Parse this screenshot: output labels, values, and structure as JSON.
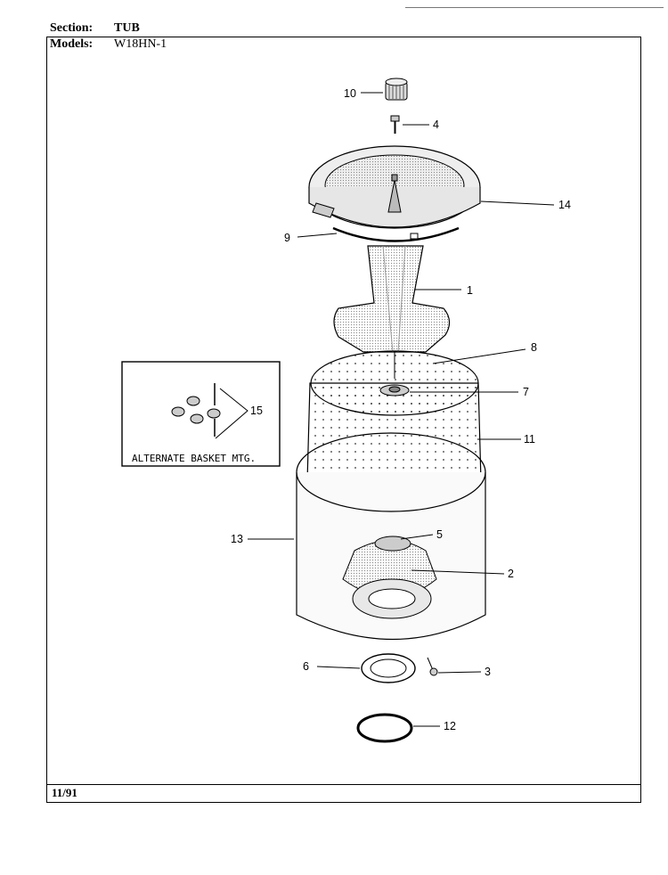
{
  "header": {
    "section_label": "Section:",
    "section_value": "TUB",
    "models_label": "Models:",
    "models_value": "W18HN-1"
  },
  "footer": {
    "date": "11/91"
  },
  "inset": {
    "label": "ALTERNATE BASKET MTG."
  },
  "callouts": [
    "10",
    "4",
    "14",
    "9",
    "1",
    "8",
    "7",
    "11",
    "15",
    "13",
    "5",
    "2",
    "6",
    "3",
    "12"
  ]
}
